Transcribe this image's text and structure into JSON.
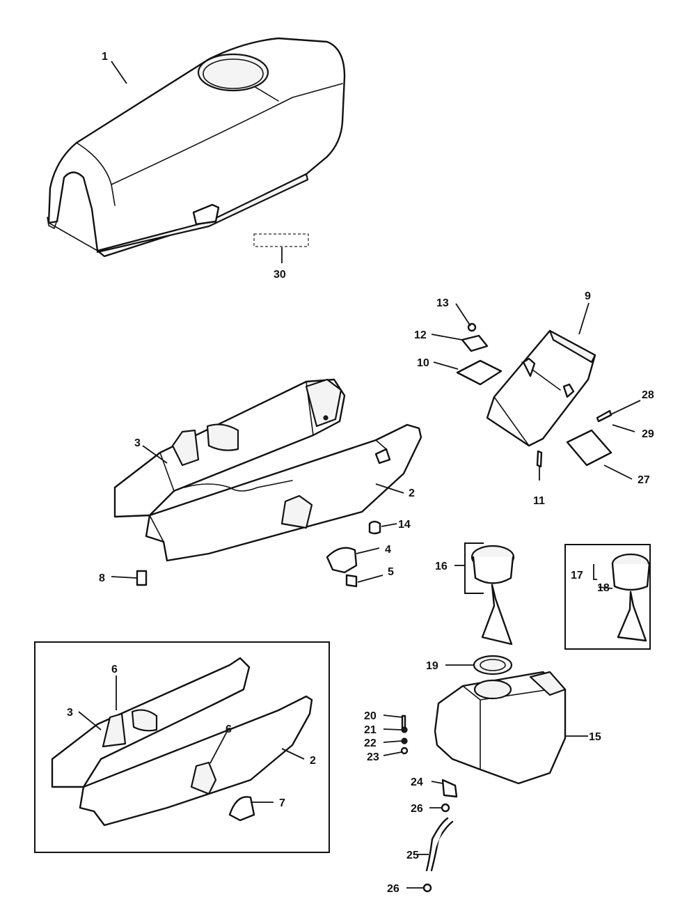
{
  "callouts": {
    "c1": "1",
    "c2": "2",
    "c2b": "2",
    "c3": "3",
    "c3b": "3",
    "c4": "4",
    "c5": "5",
    "c6": "6",
    "c6b": "6",
    "c7": "7",
    "c8": "8",
    "c9": "9",
    "c10": "10",
    "c11": "11",
    "c12": "12",
    "c13": "13",
    "c14": "14",
    "c15": "15",
    "c16": "16",
    "c17": "17",
    "c18": "18",
    "c19": "19",
    "c20": "20",
    "c21": "21",
    "c22": "22",
    "c23": "23",
    "c24": "24",
    "c25": "25",
    "c26": "26",
    "c26b": "26",
    "c27": "27",
    "c28": "28",
    "c29": "29",
    "c30": "30"
  }
}
